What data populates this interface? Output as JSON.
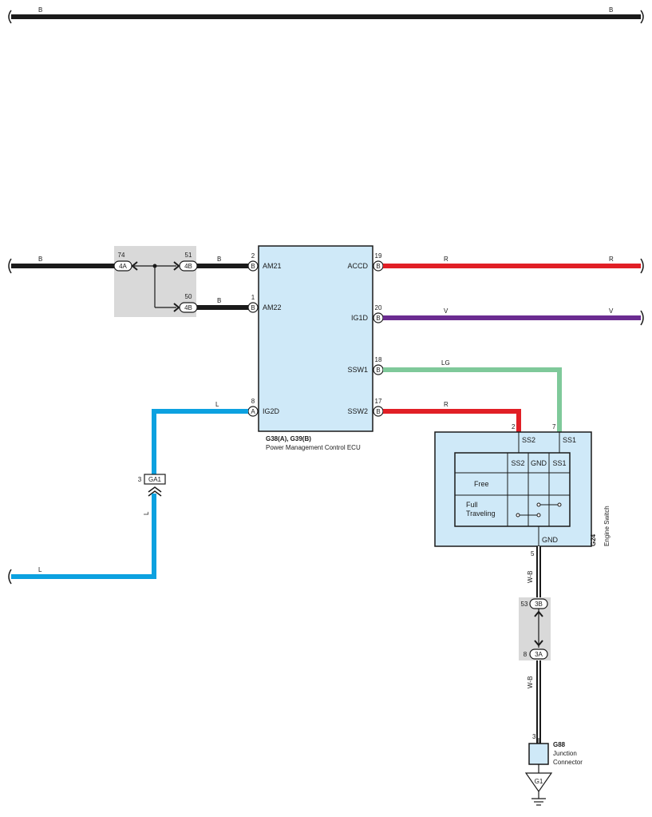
{
  "top_wire": {
    "color_left": "B",
    "color_right": "B"
  },
  "junction_block_1": {
    "in_pin": "74",
    "in_conn": "4A",
    "out1_pin": "51",
    "out1_conn": "4B",
    "out2_pin": "50",
    "out2_conn": "4B"
  },
  "wires": {
    "left_b": "B",
    "am21": "B",
    "am22": "B",
    "accd_mid": "R",
    "accd_end": "R",
    "ig1d_mid": "V",
    "ig1d_end": "V",
    "ssw1": "LG",
    "ssw2": "R",
    "ig2d": "L",
    "ig2d_vert": "L",
    "left_l": "L",
    "ground_upper": "W-B",
    "ground_lower": "W-B"
  },
  "ecu": {
    "code": "G38(A), G39(B)",
    "name": "Power Management Control ECU",
    "pins": [
      {
        "num": "2",
        "conn": "B",
        "label": "AM21"
      },
      {
        "num": "1",
        "conn": "B",
        "label": "AM22"
      },
      {
        "num": "8",
        "conn": "A",
        "label": "IG2D"
      },
      {
        "num": "19",
        "conn": "B",
        "label": "ACCD"
      },
      {
        "num": "20",
        "conn": "B",
        "label": "IG1D"
      },
      {
        "num": "18",
        "conn": "B",
        "label": "SSW1"
      },
      {
        "num": "17",
        "conn": "B",
        "label": "SSW2"
      }
    ]
  },
  "wire_connector": {
    "pin": "3",
    "label": "GA1"
  },
  "engine_switch": {
    "code": "G24",
    "name": "Engine Switch",
    "pin_ss2": "2",
    "pin_ss1": "7",
    "pin_gnd": "5",
    "label_ss2": "SS2",
    "label_ss1": "SS1",
    "label_gnd": "GND",
    "table": {
      "headers": [
        "SS2",
        "GND",
        "SS1"
      ],
      "rows": [
        "Free",
        "Full Traveling"
      ]
    }
  },
  "junction_block_2": {
    "upper_pin": "53",
    "upper_conn": "3B",
    "lower_pin": "8",
    "lower_conn": "3A"
  },
  "junction_connector": {
    "pin": "3",
    "code": "G88",
    "name_line1": "Junction",
    "name_line2": "Connector"
  },
  "ground": {
    "label": "G1"
  },
  "colors": {
    "black": "#1a1a1a",
    "red": "#e11f26",
    "violet": "#6b2c91",
    "light_green": "#7fc99a",
    "blue": "#0ca1e0",
    "ecu_fill": "#cfe9f8",
    "junction_gray": "#d9d9d9"
  }
}
